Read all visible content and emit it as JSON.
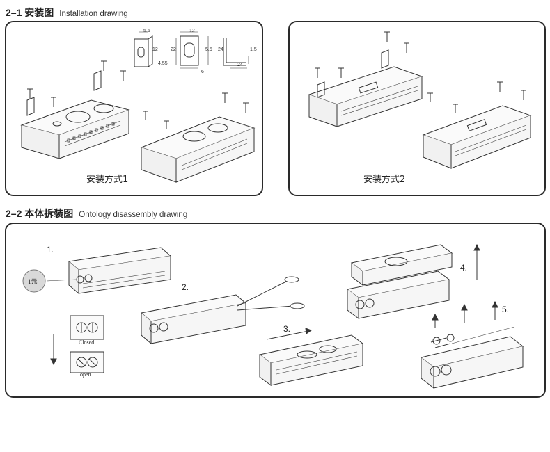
{
  "section1": {
    "number": "2–1 安装图",
    "title_en": "Installation drawing",
    "panel_left_caption": "安装方式1",
    "panel_right_caption": "安装方式2",
    "dims": [
      "5.5",
      "12",
      "22",
      "12",
      "4.55",
      "5.5",
      "6",
      "24",
      "1.5",
      "24"
    ]
  },
  "section2": {
    "number": "2–2 本体拆装图",
    "title_en": "Ontology disassembly drawing",
    "steps": [
      "1.",
      "2.",
      "3.",
      "4.",
      "5."
    ],
    "callout": "1元",
    "closed_label": "Closed",
    "open_label": "open"
  }
}
